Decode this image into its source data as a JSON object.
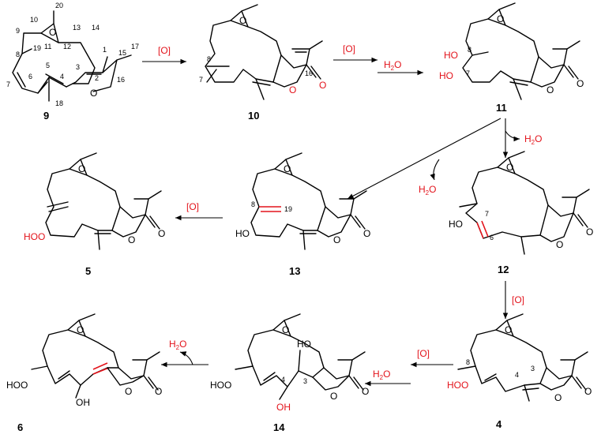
{
  "labels": {
    "c9": "9",
    "c10": "10",
    "c11": "11",
    "c12": "12",
    "c13": "13",
    "c5": "5",
    "c4": "4",
    "c14": "14",
    "c6": "6"
  },
  "reagents": {
    "ox": "[O]",
    "water": "H",
    "water_sub": "2",
    "water_o": "O"
  },
  "atoms": {
    "o": "O",
    "ho": "HO",
    "hoo": "HOO",
    "oh": "OH"
  },
  "numbers": {
    "n1": "1",
    "n2": "2",
    "n3": "3",
    "n4": "4",
    "n5": "5",
    "n6": "6",
    "n7": "7",
    "n8": "8",
    "n9": "9",
    "n10": "10",
    "n11": "11",
    "n12": "12",
    "n13": "13",
    "n14": "14",
    "n15": "15",
    "n16": "16",
    "n17": "17",
    "n18": "18",
    "n19": "19",
    "n20": "20"
  },
  "colors": {
    "ink": "#000000",
    "accent": "#e3131b"
  }
}
